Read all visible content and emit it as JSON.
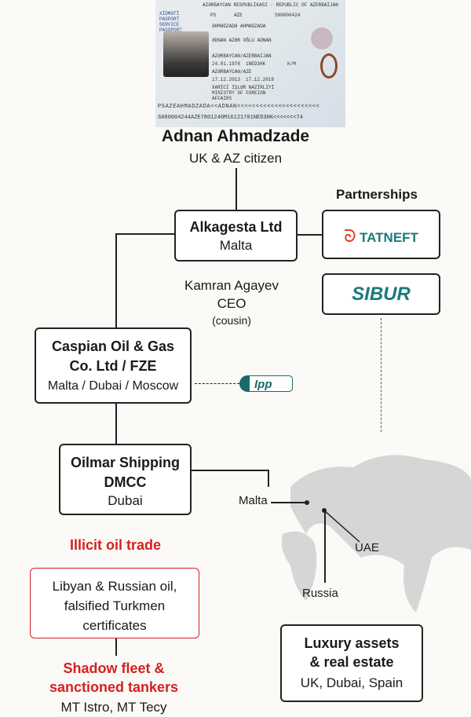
{
  "passport": {
    "header": "AZƏRBAYCAN RESPUBLİKASI · REPUBLIC OF AZERBAIJAN",
    "type_label": "XİDMƏTİ PASPORT SERVICE PASSPORT",
    "type": "PS",
    "country": "AZE",
    "number": "S00000424",
    "surname": "ƏHMƏDZADƏ AHMADZADA",
    "given": "ƏDNAN AZƏR OĞLU ADNAN",
    "nationality": "AZƏRBAYCAN/AZERBAIJAN",
    "dob": "24.01.1978",
    "personal_no": "1NED3HK",
    "sex": "K/M",
    "pob": "AZƏRBAYCAN/AZE",
    "issue": "17.12.2013",
    "expiry": "17.12.2018",
    "authority": "XARİCİ İŞLƏR NAZİRLİYİ MINISTRY OF FOREIGN AFFAIRS",
    "mrz1": "PSAZEAHMADZADA<<ADNAN<<<<<<<<<<<<<<<<<<<<<<",
    "mrz2": "S000004244AZE7801240M16121701NED3HK<<<<<<<74"
  },
  "person": {
    "name": "Adnan Ahmadzade",
    "citizenship": "UK & AZ citizen"
  },
  "partnerships": {
    "title": "Partnerships",
    "logos": [
      "TATNEFT",
      "SIBUR"
    ]
  },
  "alkagesta": {
    "name": "Alkagesta Ltd",
    "location": "Malta"
  },
  "ceo": {
    "name": "Kamran Agayev",
    "role": "CEO",
    "relation": "(cousin)"
  },
  "caspian": {
    "name1": "Caspian Oil & Gas",
    "name2": "Co. Ltd / FZE",
    "location": "Malta / Dubai / Moscow"
  },
  "ipp_logo": "Ipp",
  "oilmar": {
    "name1": "Oilmar Shipping",
    "name2": "DMCC",
    "location": "Dubai"
  },
  "map": {
    "labels": [
      "Malta",
      "UAE",
      "Russia"
    ]
  },
  "illicit": {
    "title": "Illicit oil trade",
    "lines": [
      "Libyan & Russian oil,",
      "falsified Turkmen",
      "certificates"
    ]
  },
  "shadow": {
    "title1": "Shadow fleet &",
    "title2": "sanctioned tankers",
    "tankers": "MT Istro, MT Tecy"
  },
  "luxury": {
    "title1": "Luxury assets",
    "title2": "& real estate",
    "locations": "UK, Dubai, Spain"
  },
  "colors": {
    "red": "#d42020",
    "tatneft_red": "#e23a2a",
    "teal": "#1a7a7a"
  }
}
